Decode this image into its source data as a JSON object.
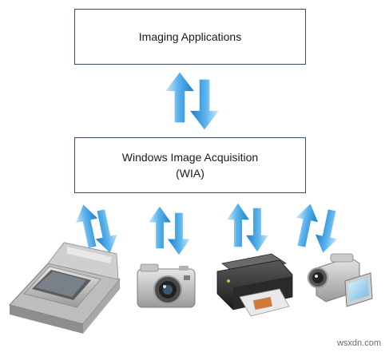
{
  "diagram": {
    "top_box": {
      "label": "Imaging Applications"
    },
    "middle_box": {
      "line1": "Windows Image Acquisition",
      "line2": "(WIA)"
    },
    "devices": [
      {
        "name": "scanner",
        "icon": "scanner-icon"
      },
      {
        "name": "camera",
        "icon": "camera-icon"
      },
      {
        "name": "printer",
        "icon": "printer-icon"
      },
      {
        "name": "video camera",
        "icon": "video-camera-icon"
      }
    ],
    "colors": {
      "box_border": "#3a4a66",
      "arrow_light": "#cde9fb",
      "arrow_mid": "#5cb4ec",
      "arrow_dark": "#1a7fcb"
    }
  },
  "watermark": "wsxdn.com"
}
